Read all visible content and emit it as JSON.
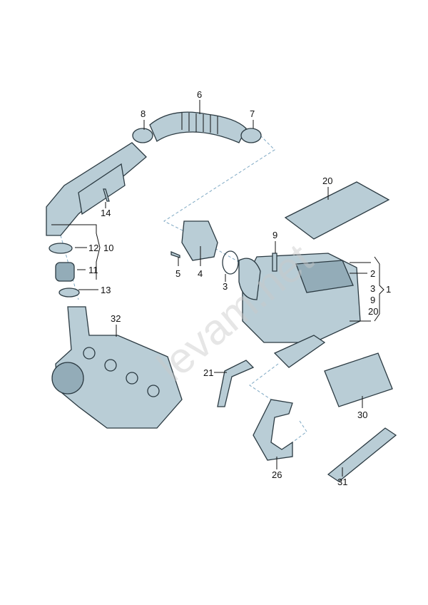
{
  "callouts": {
    "p6": "6",
    "p8": "8",
    "p7": "7",
    "p20_top": "20",
    "p14": "14",
    "p12": "12",
    "p10": "10",
    "p11": "11",
    "p13": "13",
    "p9": "9",
    "p5": "5",
    "p4": "4",
    "p3": "3",
    "p2": "2",
    "p1": "1",
    "p3_group": "3",
    "p9_group": "9",
    "p20_group": "20",
    "p32": "32",
    "p21": "21",
    "p30": "30",
    "p26": "26",
    "p31": "31"
  },
  "watermark": "levam.net",
  "colors": {
    "part": "#b9cdd6",
    "outline": "#2b3a42",
    "leader_dash": "#7fa9c4"
  }
}
